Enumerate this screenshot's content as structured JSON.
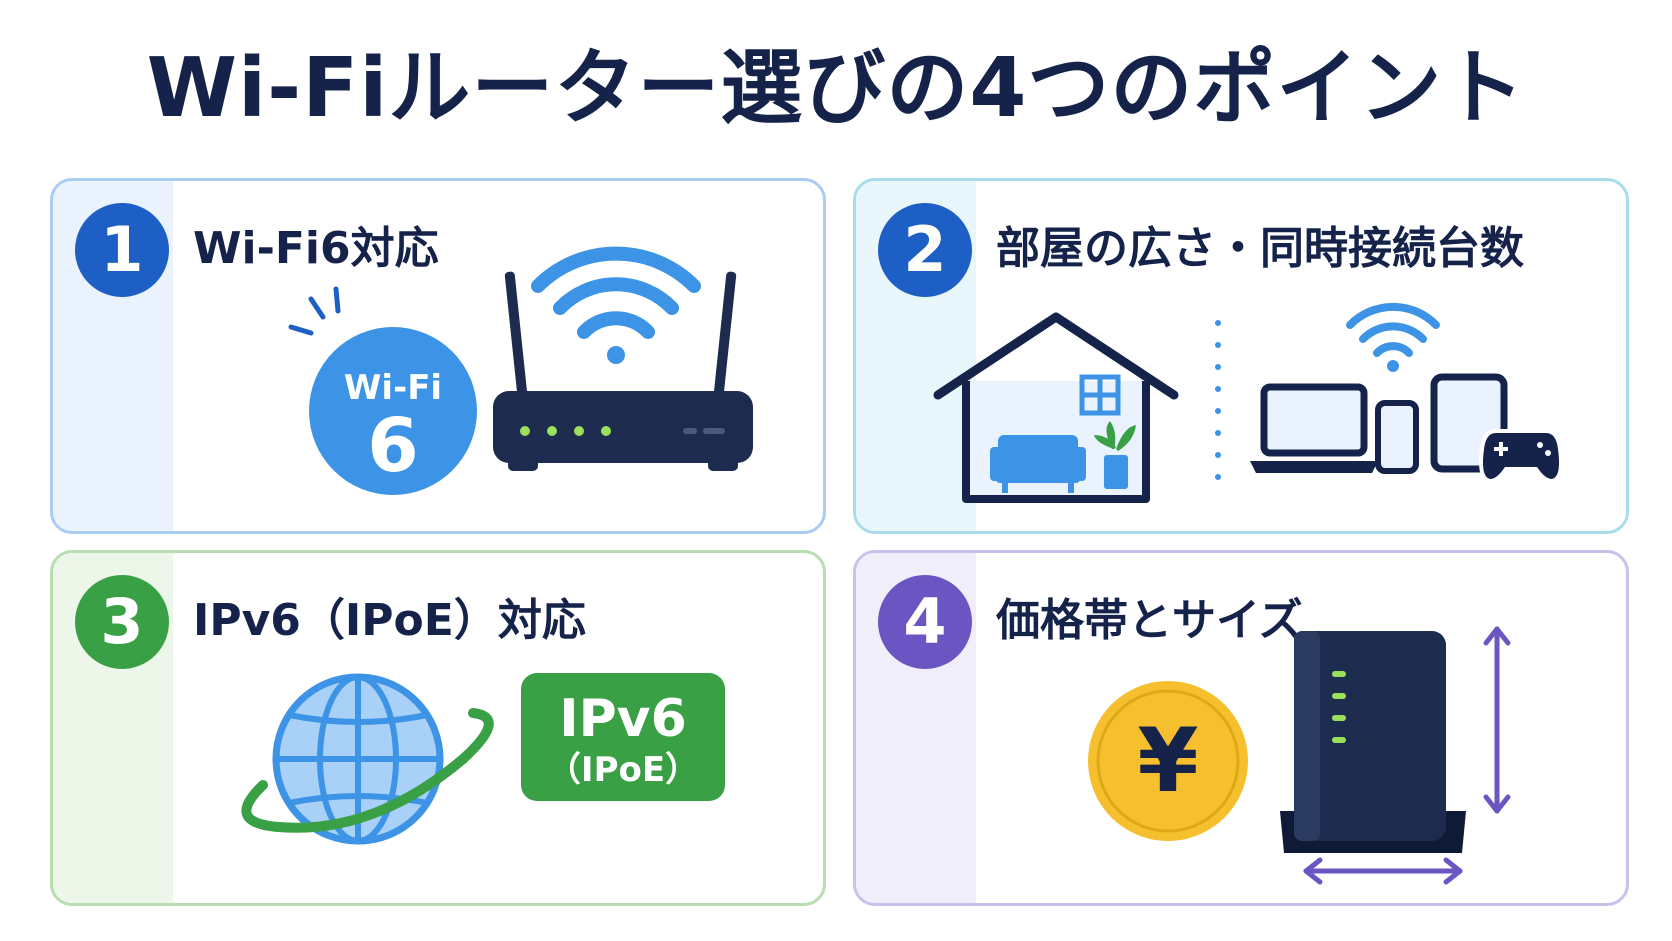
{
  "title": "Wi-Fiルーター選びの4つのポイント",
  "cards": [
    {
      "number": "1",
      "title": "Wi-Fi6対応",
      "badge_top": "Wi-Fi",
      "badge_bottom": "6"
    },
    {
      "number": "2",
      "title": "部屋の広さ・同時接続台数"
    },
    {
      "number": "3",
      "title": "IPv6（IPoE）対応",
      "tag_top": "IPv6",
      "tag_bottom": "（IPoE）"
    },
    {
      "number": "4",
      "title": "価格帯とサイズ",
      "coin_symbol": "¥"
    }
  ],
  "colors": {
    "navy": "#15234a",
    "blue": "#1d5fc4",
    "sky": "#3d93e6",
    "green": "#3aa046",
    "purple": "#6a55c2",
    "gold": "#f5bf2e",
    "led": "#9be05a"
  },
  "icons": [
    "wifi-icon",
    "router-icon",
    "house-icon",
    "laptop-icon",
    "smartphone-icon",
    "tablet-icon",
    "gamepad-icon",
    "globe-icon",
    "yen-coin-icon",
    "tower-router-icon",
    "size-arrow-icon"
  ]
}
